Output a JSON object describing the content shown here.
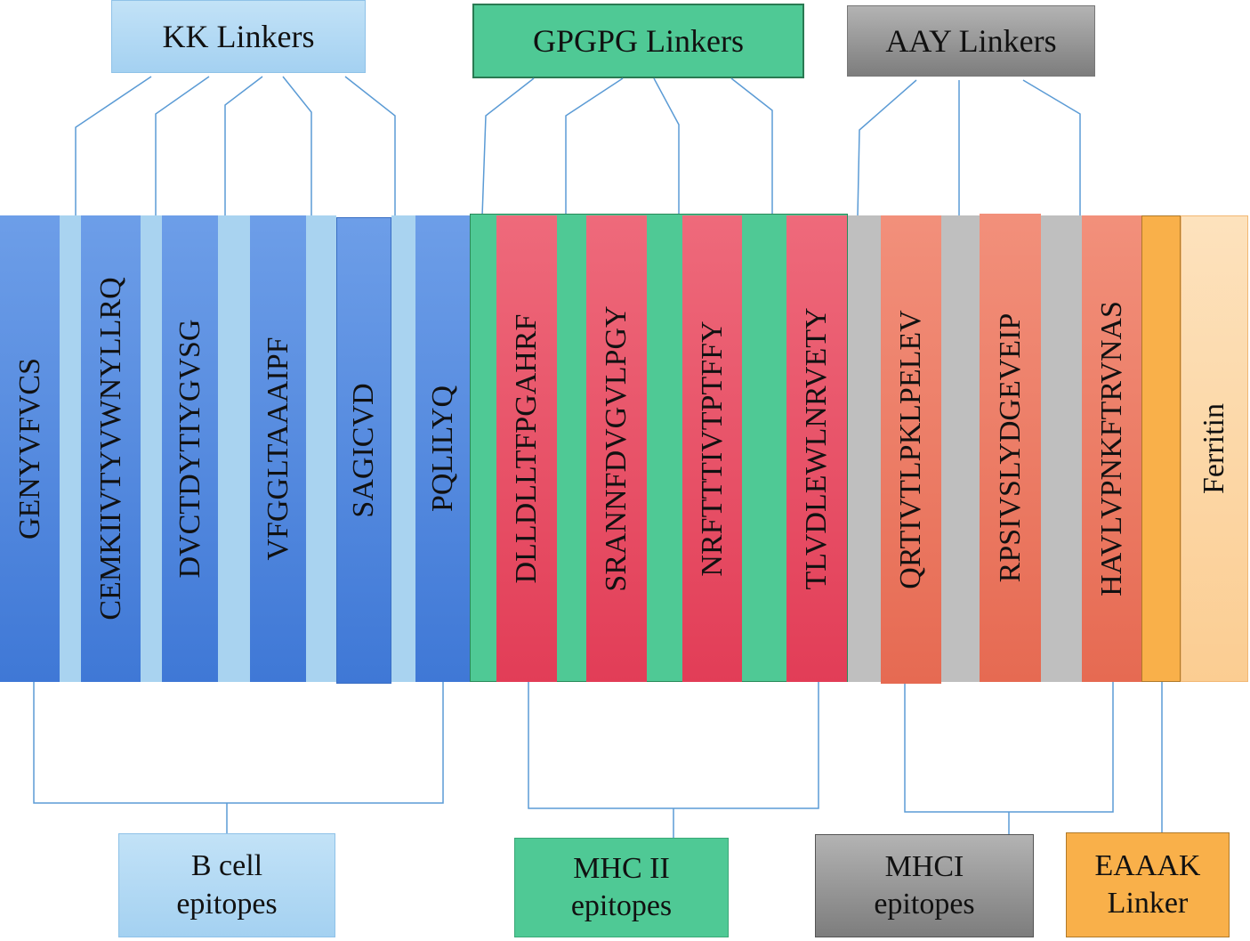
{
  "legend": {
    "kk": "KK Linkers",
    "gpgpg": "GPGPG Linkers",
    "aay": "AAY Linkers",
    "bcell_line1": "B cell",
    "bcell_line2": "epitopes",
    "mhc2_line1": "MHC II",
    "mhc2_line2": "epitopes",
    "mhc1_line1": "MHCI",
    "mhc1_line2": "epitopes",
    "eaaak_line1": "EAAAK",
    "eaaak_line2": "Linker"
  },
  "segments": {
    "b1": "GENYVFVCS",
    "b2": "CEMKIIVTYVWNYLLRQ",
    "b3": "DVCTDYTIYGVSG",
    "b4": "VFGGLTAAAIPF",
    "b5": "SAGICVD",
    "b6": "PQLILYQ",
    "m2_1": "DLLDLLTFPGAHRF",
    "m2_2": "SRANNFDVGVLPGY",
    "m2_3": "NRFTTTIVTPTFFY",
    "m2_4": "TLVDLEWLNRVETY",
    "m1_1": "QRTIVTLPKLPELEV",
    "m1_2": "RPSIVSLYDGEVEIP",
    "m1_3": "HAVLVPNKFTRVNAS",
    "ferritin": "Ferritin"
  },
  "colors": {
    "bcell": "#4a82dc",
    "kk": "#a9d3f0",
    "gpgpg": "#4fc995",
    "mhc2": "#e4465e",
    "aay": "#bfbfbf",
    "mhc1": "#ea6e58",
    "eaaak": "#f9b04a",
    "ferritin": "#fcd3a0",
    "connector": "#5b9bd5"
  }
}
